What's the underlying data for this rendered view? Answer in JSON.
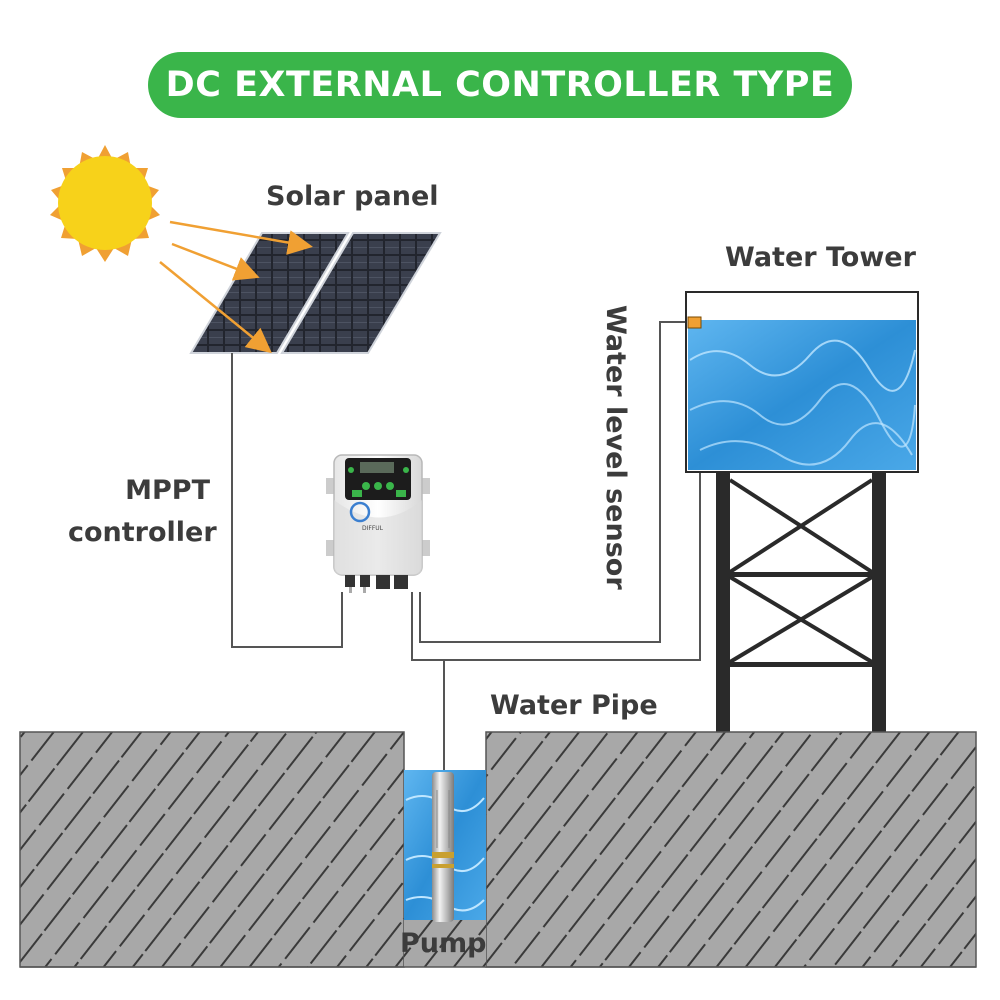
{
  "title": "DC EXTERNAL CONTROLLER TYPE",
  "labels": {
    "solar_panel": "Solar panel",
    "water_tower": "Water Tower",
    "mppt_line1": "MPPT",
    "mppt_line2": "controller",
    "water_level_sensor": "Water level sensor",
    "water_pipe": "Water Pipe",
    "pump": "Pump"
  },
  "controller_brand": "DIFFUL",
  "colors": {
    "title_green": "#3ab54a",
    "sun_orange": "#f0a033",
    "sun_yellow": "#f7d21a",
    "water_blue": "#3a9fe0",
    "ground_gray": "#a8a8a8",
    "wire_gray": "#555555",
    "tower_frame": "#2a2a2a"
  }
}
